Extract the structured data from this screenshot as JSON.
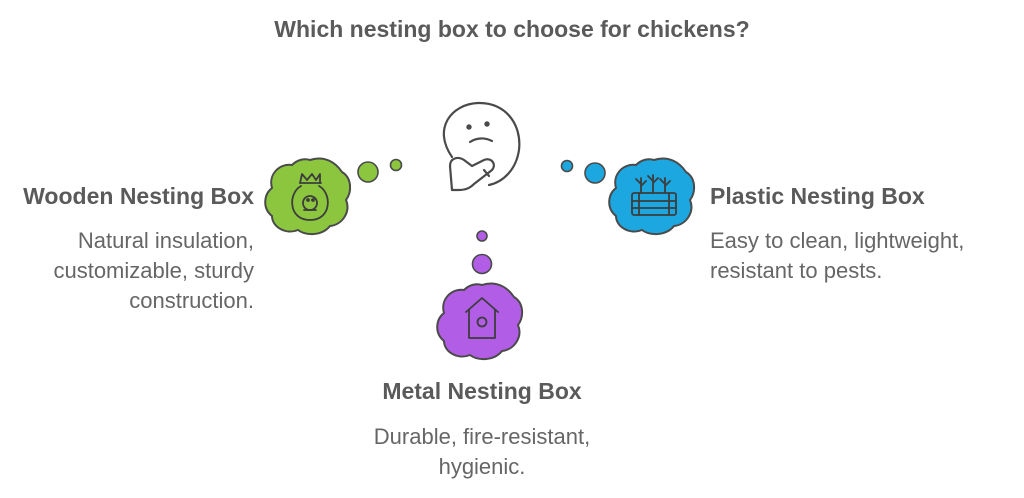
{
  "title": "Which nesting box to choose for chickens?",
  "options": {
    "wooden": {
      "title": "Wooden Nesting Box",
      "desc": [
        "Natural insulation,",
        "customizable, sturdy",
        "construction."
      ],
      "color": "#8cc63f",
      "icon": "sack-bird-icon"
    },
    "plastic": {
      "title": "Plastic Nesting Box",
      "desc": [
        "Easy to clean, lightweight,",
        "resistant to pests."
      ],
      "color": "#1ca7e0",
      "icon": "crate-plants-icon"
    },
    "metal": {
      "title": "Metal Nesting Box",
      "desc": [
        "Durable, fire-resistant,",
        "hygienic."
      ],
      "color": "#b25de6",
      "icon": "birdhouse-icon"
    }
  },
  "center_icon": "thinking-face-icon",
  "outline_color": "#4a4a4a"
}
